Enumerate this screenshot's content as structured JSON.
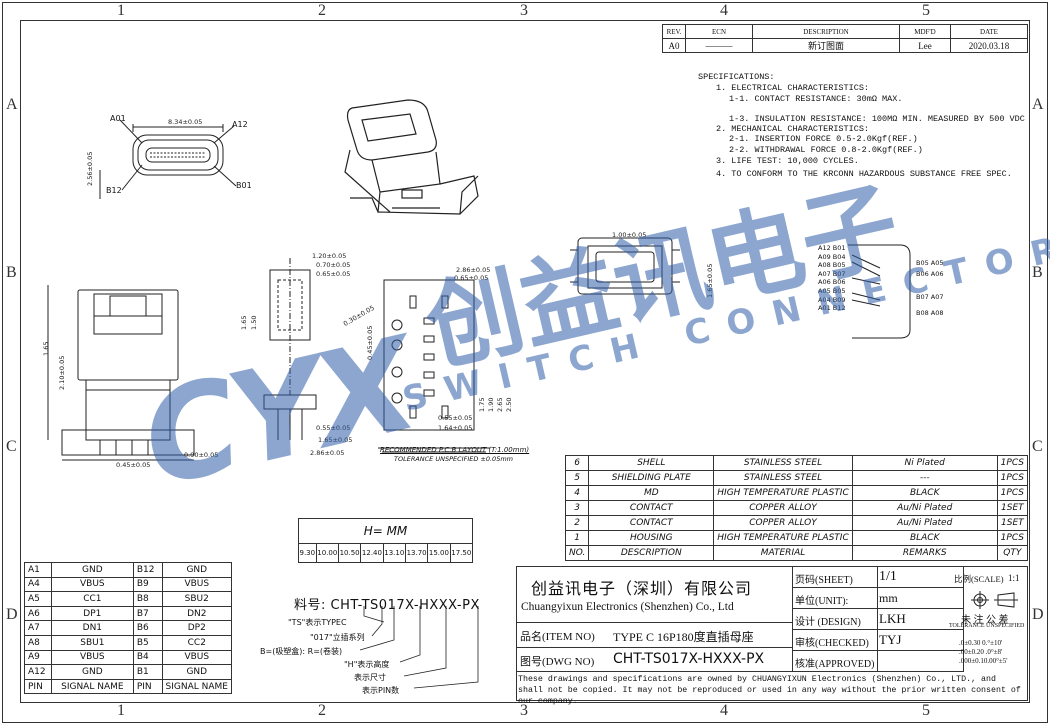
{
  "grid": {
    "cols": [
      "1",
      "2",
      "3",
      "4",
      "5"
    ],
    "rows": [
      "A",
      "B",
      "C",
      "D"
    ]
  },
  "revision": {
    "headers": [
      "REV.",
      "ECN",
      "DESCRIPTION",
      "MDF'D",
      "DATE"
    ],
    "row": [
      "A0",
      "———",
      "新订图面",
      "Lee",
      "2020.03.18"
    ]
  },
  "specifications": {
    "title": "SPECIFICATIONS:",
    "lines": [
      "1. ELECTRICAL CHARACTERISTICS:",
      "1-1. CONTACT RESISTANCE: 30mΩ MAX.",
      "",
      "1-3. INSULATION RESISTANCE: 100MΩ MIN. MEASURED BY 500 VDC",
      "2. MECHANICAL CHARACTERISTICS:",
      "2-1. INSERTION FORCE 0.5-2.0Kgf(REF.)",
      "2-2. WITHDRAWAL FORCE 0.8-2.0Kgf(REF.)",
      "3. LIFE TEST: 10,000 CYCLES.",
      "4. TO CONFORM TO THE KRCONN HAZARDOUS SUBSTANCE FREE SPEC."
    ]
  },
  "front_view": {
    "a01": "A01",
    "a12": "A12",
    "b12": "B12",
    "b01": "B01",
    "dim_width": "8.34±0.05",
    "dim_height": "2.56±0.05"
  },
  "pin_map_view": {
    "dim": "1.00±0.05",
    "dim_v": "1.65±0.05",
    "left": [
      "A12 B01",
      "A09 B04",
      "A08 B05",
      "A07 B07",
      "A06 B06",
      "A05 B05",
      "A04 B09",
      "A01 B12"
    ],
    "right": [
      "B05 A05",
      "B06 A06",
      "B07 A07",
      "B08 A08"
    ]
  },
  "dims": {
    "side": [
      "1.20±0.05",
      "0.70±0.05",
      "0.65±0.05",
      "1.65±0.05",
      "2.86±0.05",
      "0.55±0.05",
      "2.86±0.05"
    ],
    "left": [
      "1.65",
      "2.10±0.05",
      "0.45±0.05",
      "0.90±0.05"
    ],
    "layout": [
      "2.86±0.05",
      "0.65±0.05",
      "0.30±0.05",
      "0.45±0.05",
      "0.55±0.05",
      "1.64±0.05"
    ],
    "vert": [
      "1.75",
      "1.90",
      "2.65",
      "2.50",
      "1.65",
      "1.50"
    ]
  },
  "layout_caption": {
    "line1": "RECOMMENDED  P.C.B  LAYOUT  (T:1.00mm)",
    "line2": "TOLERANCE  UNSPECIFIED  ±0.05mm"
  },
  "height_table": {
    "header": "H=   MM",
    "values": [
      "9.30",
      "10.00",
      "10.50",
      "12.40",
      "13.10",
      "13.70",
      "15.00",
      "17.50"
    ]
  },
  "pins": {
    "rows": [
      [
        "A1",
        "GND",
        "B12",
        "GND"
      ],
      [
        "A4",
        "VBUS",
        "B9",
        "VBUS"
      ],
      [
        "A5",
        "CC1",
        "B8",
        "SBU2"
      ],
      [
        "A6",
        "DP1",
        "B7",
        "DN2"
      ],
      [
        "A7",
        "DN1",
        "B6",
        "DP2"
      ],
      [
        "A8",
        "SBU1",
        "B5",
        "CC2"
      ],
      [
        "A9",
        "VBUS",
        "B4",
        "VBUS"
      ],
      [
        "A12",
        "GND",
        "B1",
        "GND"
      ],
      [
        "PIN",
        "SIGNAL NAME",
        "PIN",
        "SIGNAL NAME"
      ]
    ]
  },
  "part_number": {
    "label": "料号: CHT-TS017X-HXXX-PX",
    "notes": [
      "\"TS\"表示TYPEC",
      "\"017\"立插系列",
      "B=(吸塑盒): R=(卷装)",
      "\"H\"表示高度",
      "表示尺寸",
      "表示PIN数"
    ]
  },
  "bom": {
    "rows": [
      [
        "6",
        "SHELL",
        "STAINLESS STEEL",
        "Ni Plated",
        "1PCS"
      ],
      [
        "5",
        "SHIELDING PLATE",
        "STAINLESS STEEL",
        "---",
        "1PCS"
      ],
      [
        "4",
        "MD",
        "HIGH TEMPERATURE PLASTIC",
        "BLACK",
        "1PCS"
      ],
      [
        "3",
        "CONTACT",
        "COPPER ALLOY",
        "Au/Ni Plated",
        "1SET"
      ],
      [
        "2",
        "CONTACT",
        "COPPER ALLOY",
        "Au/Ni Plated",
        "1SET"
      ],
      [
        "1",
        "HOUSING",
        "HIGH TEMPERATURE PLASTIC",
        "BLACK",
        "1PCS"
      ],
      [
        "NO.",
        "DESCRIPTION",
        "MATERIAL",
        "REMARKS",
        "QTY"
      ]
    ]
  },
  "title_block": {
    "company_cn": "创益讯电子（深圳）有限公司",
    "company_en": "Chuangyixun Electronics (Shenzhen) Co., Ltd",
    "item_label": "品名(ITEM NO)",
    "item_value": "TYPE C 16P180度直插母座",
    "dwg_label": "图号(DWG NO)",
    "dwg_value": "CHT-TS017X-HXXX-PX",
    "sheet_label": "页码(SHEET)",
    "sheet_value": "1/1",
    "unit_label": "单位(UNIT):",
    "unit_value": "mm",
    "design_label": "设计 (DESIGN)",
    "design_value": "LKH",
    "checked_label": "审核(CHECKED)",
    "checked_value": "TYJ",
    "approved_label": "核准(APPROVED)",
    "approved_value": "",
    "scale_label": "比例(SCALE)",
    "scale_value": "1:1",
    "tol_cn": "未 注 公 差",
    "tol_en": "TOLERANCE UNSPECIFIED",
    "tol_lines": [
      ".0±0.30   0.°±10'",
      ".00±0.20  .0°±8'",
      ".000±0.10.00°±5'"
    ],
    "notice": "These drawings and specifications are owned by CHUANGYIXUN Electronics (Shenzhen) Co., LTD., and shall not be copied. It may not be reproduced or used in any way without the prior written consent of our company."
  },
  "watermark": {
    "logo": "CYX",
    "cn": "创益讯电子",
    "en": "SWITCH CONNECTOR",
    "color": "#2f5fa8"
  }
}
